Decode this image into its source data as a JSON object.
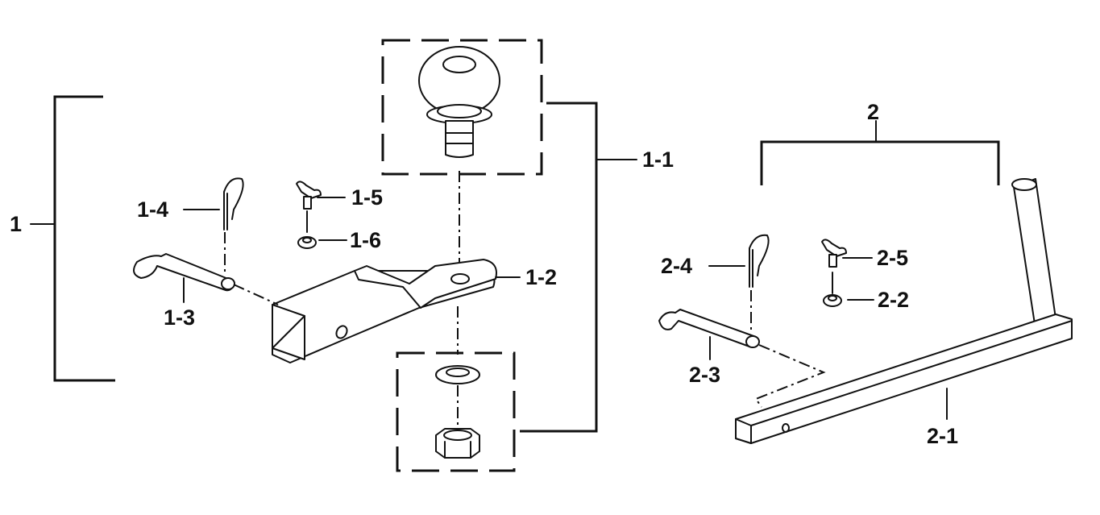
{
  "diagram": {
    "type": "exploded-parts-diagram",
    "assemblies": [
      {
        "id": "1",
        "label": "1",
        "parts": [
          "1-1",
          "1-2",
          "1-3",
          "1-4",
          "1-5",
          "1-6"
        ]
      },
      {
        "id": "2",
        "label": "2",
        "parts": [
          "2-1",
          "2-2",
          "2-3",
          "2-4",
          "2-5"
        ]
      }
    ],
    "callouts": {
      "a1": "1",
      "p1_1": "1-1",
      "p1_2": "1-2",
      "p1_3": "1-3",
      "p1_4": "1-4",
      "p1_5": "1-5",
      "p1_6": "1-6",
      "a2": "2",
      "p2_1": "2-1",
      "p2_2": "2-2",
      "p2_3": "2-3",
      "p2_4": "2-4",
      "p2_5": "2-5"
    },
    "part_descriptions": {
      "1-1": "hitch ball with lock washer and nut",
      "1-2": "ball mount drawbar",
      "1-3": "hitch pin",
      "1-4": "hairpin clip",
      "1-5": "wing bolt",
      "1-6": "nut",
      "2-1": "tongue extension tube",
      "2-2": "nut",
      "2-3": "hitch pin",
      "2-4": "hairpin clip",
      "2-5": "wing bolt"
    }
  }
}
